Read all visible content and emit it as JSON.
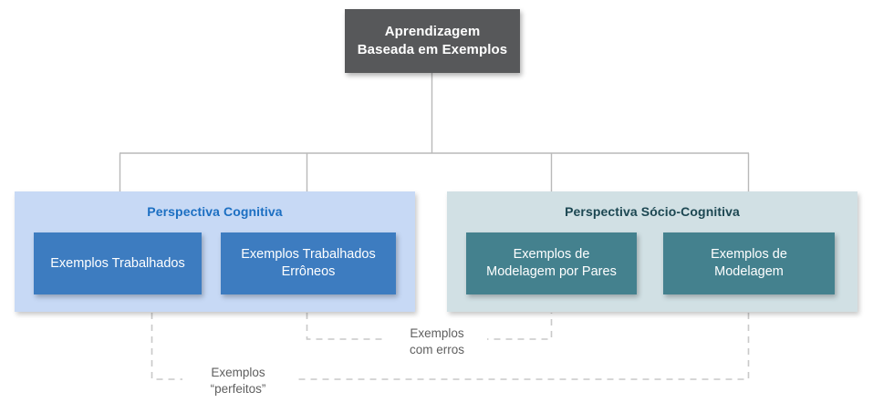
{
  "diagram": {
    "title": "Aprendizagem Baseada em Exemplos",
    "root": {
      "label": "Aprendizagem\nBaseada em Exemplos",
      "color": "#57585a",
      "text_color": "#ffffff"
    },
    "branches": [
      {
        "id": "cognitive",
        "title": "Perspectiva Cognitiva",
        "background": "#c7d9f5",
        "title_color": "#1c6fc2",
        "node_color": "#3d7cc0",
        "nodes": [
          {
            "id": "exemplos-trabalhados",
            "label": "Exemplos Trabalhados"
          },
          {
            "id": "exemplos-trabalhados-erroneos",
            "label": "Exemplos Trabalhados\nErrôneos"
          }
        ]
      },
      {
        "id": "socio-cognitive",
        "title": "Perspectiva Sócio-Cognitiva",
        "background": "#d1e0e4",
        "title_color": "#1c4752",
        "node_color": "#44818e",
        "nodes": [
          {
            "id": "exemplos-modelagem-pares",
            "label": "Exemplos de\nModelagem por Pares"
          },
          {
            "id": "exemplos-modelagem",
            "label": "Exemplos de\nModelagem"
          }
        ]
      }
    ],
    "edge_labels": [
      {
        "id": "com-erros",
        "label": "Exemplos\ncom erros",
        "connects": [
          "exemplos-trabalhados-erroneos",
          "exemplos-modelagem-pares"
        ]
      },
      {
        "id": "perfeitos",
        "label": "Exemplos\n“perfeitos”",
        "connects": [
          "exemplos-trabalhados",
          "exemplos-modelagem"
        ]
      }
    ],
    "connector_color": "#b9b9b9",
    "dashed_connector_color": "#c9c9c9"
  }
}
